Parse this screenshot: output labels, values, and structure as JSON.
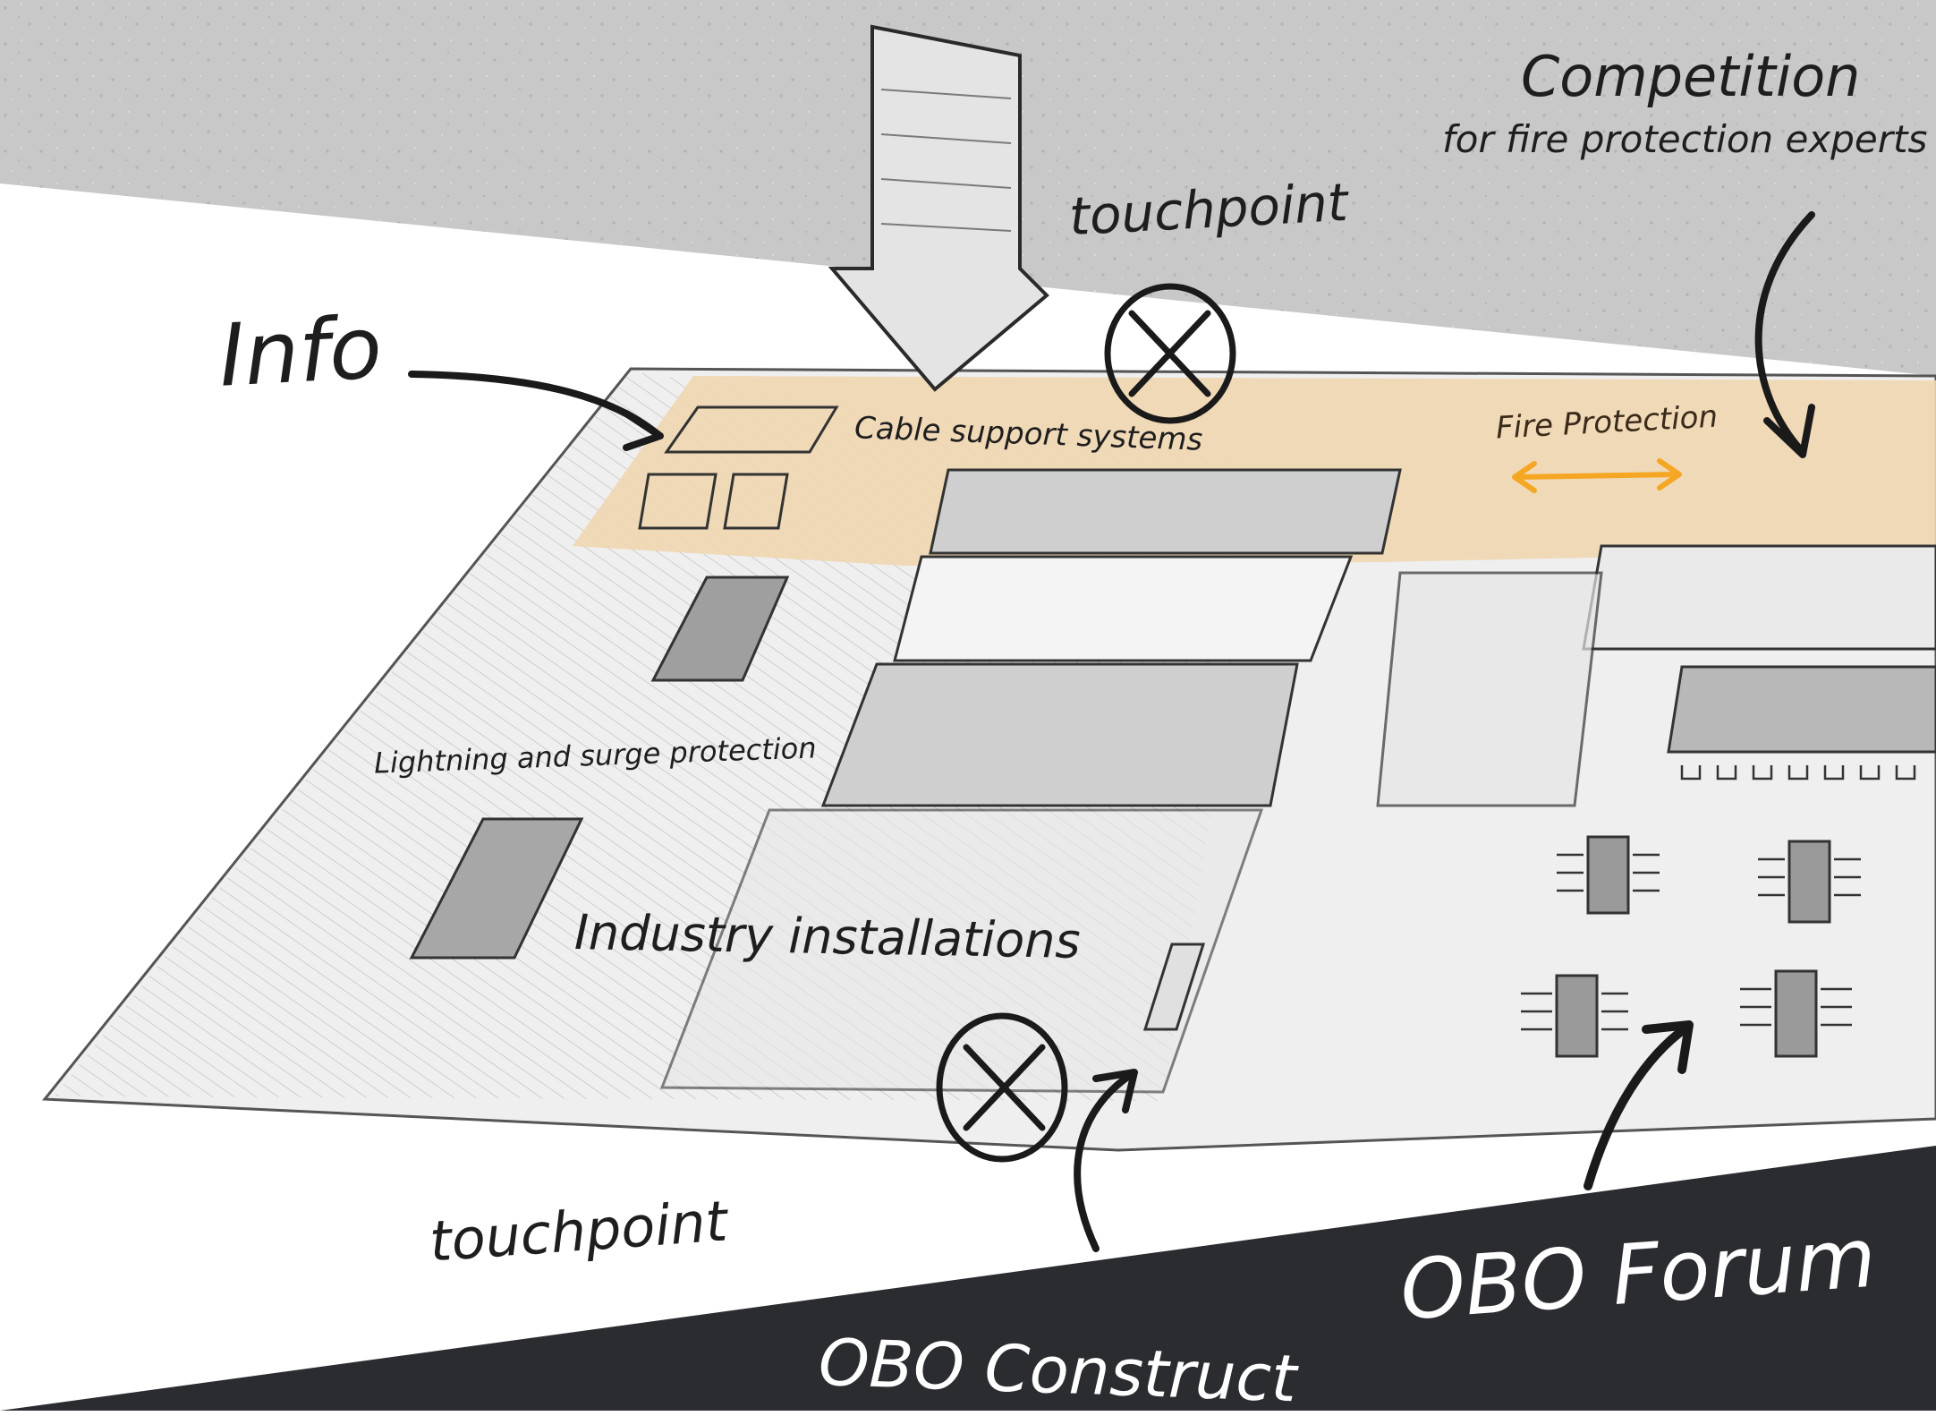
{
  "labels": {
    "info": "Info",
    "touchpoint_top": "touchpoint",
    "touchpoint_bottom": "touchpoint",
    "competition_title": "Competition",
    "competition_subtitle": "for fire protection experts",
    "cable_support": "Cable support systems",
    "fire_protection": "Fire Protection",
    "lightning": "Lightning and surge protection",
    "industry": "Industry installations",
    "obo_construct": "OBO Construct",
    "obo_forum": "OBO Forum"
  },
  "icons": {
    "touchpoint_marker": "circle-x-icon",
    "entrance_arrow": "down-arrow-icon",
    "pointer_arrow": "curved-arrow-icon",
    "double_arrow": "double-arrow-icon"
  },
  "colors": {
    "concrete": "#c9c9c9",
    "highlight_band": "#f0d6b0",
    "orange_arrow": "#f5a623",
    "dark_band": "#2a2c30",
    "ink": "#1e1e1e",
    "floor": "#ececec"
  }
}
